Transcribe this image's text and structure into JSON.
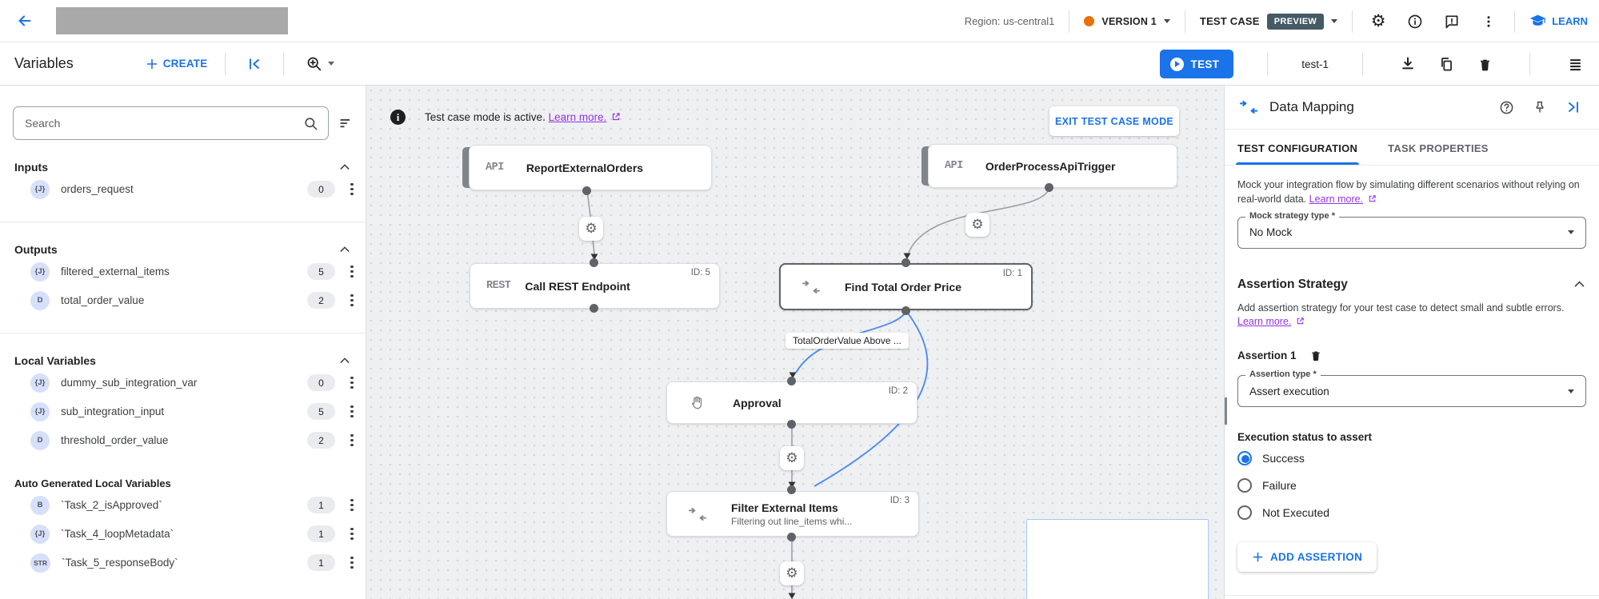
{
  "colors": {
    "accent_blue": "#1a73e8",
    "link_purple": "#9334e6",
    "preview_badge_bg": "#455a64",
    "version_dot_orange": "#e8710a",
    "edge_blue": "#4c8bf5",
    "edge_gray": "#9aa0a6"
  },
  "icons": {
    "gear_glyph": "⚙"
  },
  "topbar": {
    "region": "Region: us-central1",
    "version_label": "VERSION 1",
    "test_case_label": "TEST CASE",
    "preview_badge": "PREVIEW",
    "learn_label": "LEARN"
  },
  "toolbar": {
    "title": "Variables",
    "create_label": "CREATE",
    "test_button": "TEST",
    "test_name": "test-1"
  },
  "sidebar": {
    "search_placeholder": "Search",
    "sections": [
      {
        "title": "Inputs",
        "items": [
          {
            "type": "{J}",
            "name": "orders_request",
            "count": "0"
          }
        ]
      },
      {
        "title": "Outputs",
        "items": [
          {
            "type": "{J}",
            "name": "filtered_external_items",
            "count": "5"
          },
          {
            "type": "D",
            "name": "total_order_value",
            "count": "2"
          }
        ]
      },
      {
        "title": "Local Variables",
        "items": [
          {
            "type": "{J}",
            "name": "dummy_sub_integration_var",
            "count": "0"
          },
          {
            "type": "{J}",
            "name": "sub_integration_input",
            "count": "5"
          },
          {
            "type": "D",
            "name": "threshold_order_value",
            "count": "2"
          }
        ]
      },
      {
        "title": "Auto Generated Local Variables",
        "items": [
          {
            "type": "B",
            "name": "`Task_2_isApproved`",
            "count": "1"
          },
          {
            "type": "{J}",
            "name": "`Task_4_loopMetadata`",
            "count": "1"
          },
          {
            "type": "STR",
            "name": "`Task_5_responseBody`",
            "count": "1"
          }
        ]
      }
    ]
  },
  "canvas": {
    "banner": {
      "text": "Test case mode is active.",
      "link": "Learn more.",
      "exit_button": "EXIT TEST CASE MODE"
    },
    "edge_label": "TotalOrderValue Above ...",
    "nodes": [
      {
        "tag": "API",
        "title": "ReportExternalOrders"
      },
      {
        "tag": "API",
        "title": "OrderProcessApiTrigger"
      },
      {
        "tag": "REST",
        "title": "Call REST Endpoint",
        "id": "ID: 5"
      },
      {
        "title": "Find Total Order Price",
        "id": "ID: 1"
      },
      {
        "title": "Approval",
        "id": "ID: 2"
      },
      {
        "title": "Filter External Items",
        "subtitle": "Filtering out line_items whi...",
        "id": "ID: 3"
      }
    ]
  },
  "panel": {
    "title": "Data Mapping",
    "tabs": [
      {
        "label": "TEST CONFIGURATION"
      },
      {
        "label": "TASK PROPERTIES"
      }
    ],
    "mock_desc": "Mock your integration flow by simulating different scenarios without relying on real-world data.",
    "learn_more": "Learn more.",
    "mock_field": {
      "label": "Mock strategy type *",
      "value": "No Mock"
    },
    "assertion": {
      "section_title": "Assertion Strategy",
      "desc": "Add assertion strategy for your test case to detect small and subtle errors.",
      "learn_more": "Learn more.",
      "item_title": "Assertion 1",
      "type_field": {
        "label": "Assertion type *",
        "value": "Assert execution"
      },
      "status_label": "Execution status to assert",
      "radios": [
        {
          "label": "Success",
          "selected": true
        },
        {
          "label": "Failure",
          "selected": false
        },
        {
          "label": "Not Executed",
          "selected": false
        }
      ],
      "add_button": "ADD ASSERTION"
    }
  }
}
